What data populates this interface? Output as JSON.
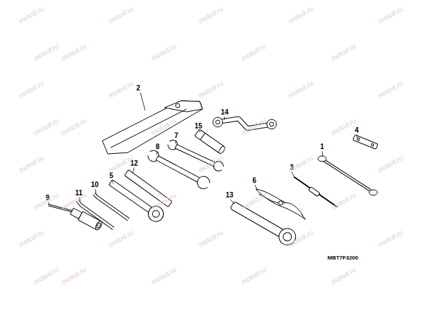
{
  "diagram": {
    "labels": [
      "1",
      "2",
      "3",
      "4",
      "5",
      "6",
      "7",
      "8",
      "9",
      "10",
      "11",
      "12",
      "13",
      "14",
      "15",
      "MBT7F3200",
      "motod.ru",
      "motod.ru",
      "motod.ru",
      "motod.ru",
      "motod.ru",
      "motod.ru",
      "motod.ru",
      "motod.ru",
      "motod.ru",
      "motod.ru",
      "motod.ru",
      "motod.ru",
      "motod.ru",
      "motod.ru",
      "motod.ru",
      "motod.ru",
      "motod.ru",
      "motod.ru",
      "motod.ru",
      "motod.ru",
      "motod.ru",
      "motod.ru",
      "motod.ru",
      "motod.ru",
      "motod.ru",
      "motod.ru",
      "motod.ru",
      "motod.ru",
      "motod.ru",
      "motod.ru",
      "motod.ru",
      "motod.ru",
      "motod.ru",
      "motod.ru",
      "motod.ru",
      "motod.ru",
      "motod.ru",
      "motod.ru",
      "motod.ru",
      "motod.ru"
    ]
  }
}
